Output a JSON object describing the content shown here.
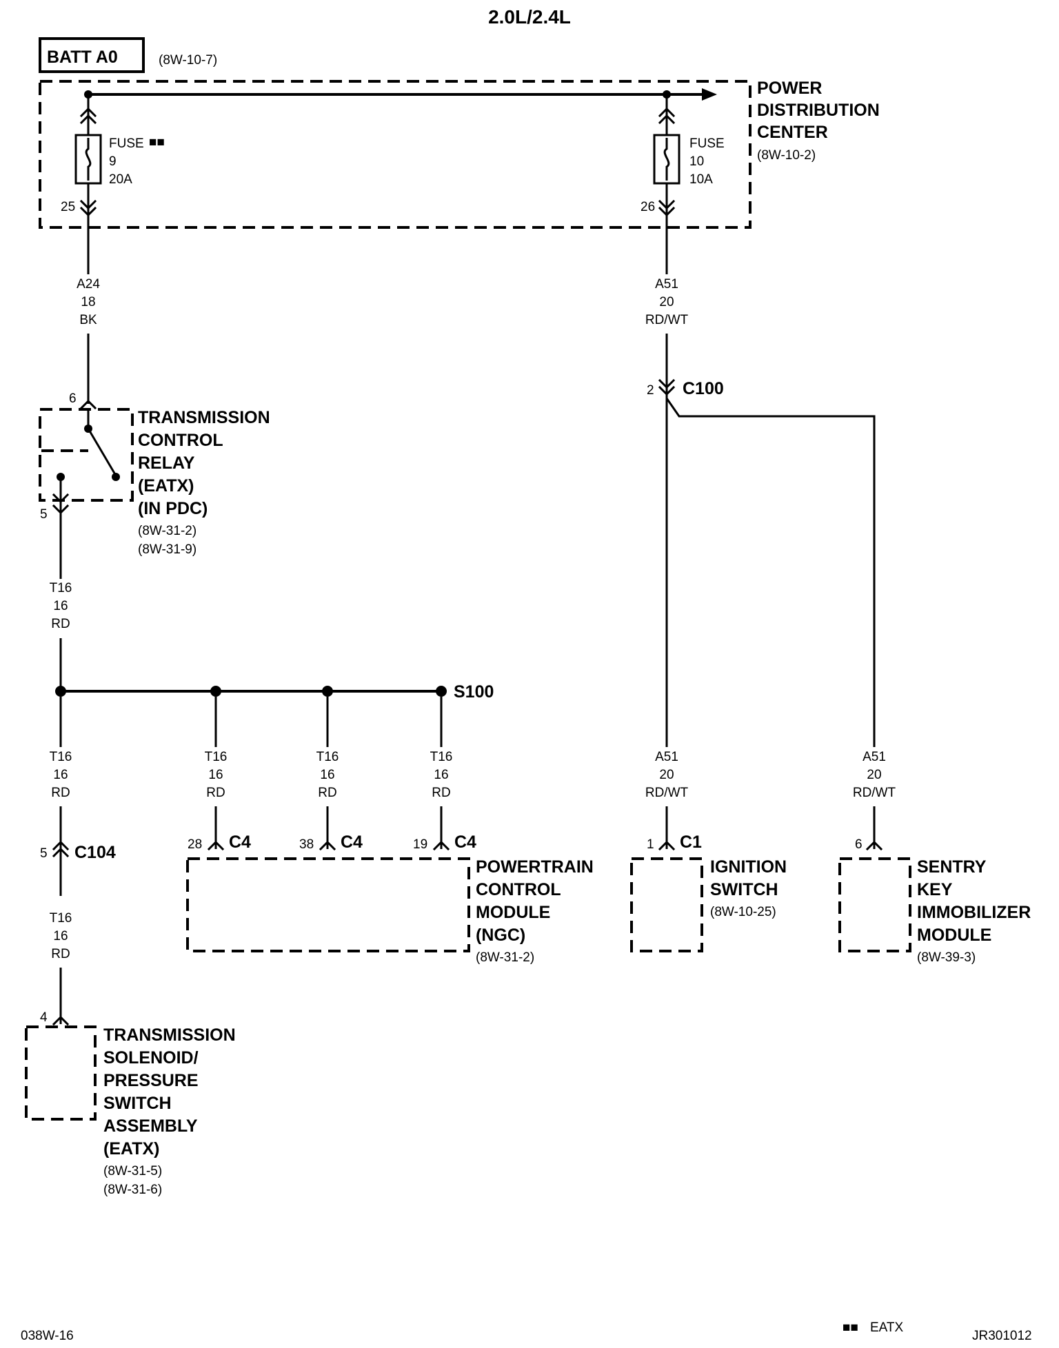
{
  "header": {
    "title": "2.0L/2.4L"
  },
  "batt": {
    "label": "BATT A0",
    "ref": "(8W-10-7)"
  },
  "pdc": {
    "name": [
      "POWER",
      "DISTRIBUTION",
      "CENTER"
    ],
    "ref": "(8W-10-2)",
    "fuse_left": {
      "word": "FUSE",
      "number": "9",
      "rating": "20A",
      "out_pin": "25",
      "mark": "■■"
    },
    "fuse_right": {
      "word": "FUSE",
      "number": "10",
      "rating": "10A",
      "out_pin": "26"
    }
  },
  "wires": {
    "a24": {
      "circuit": "A24",
      "gauge": "18",
      "color": "BK"
    },
    "a51_top": {
      "circuit": "A51",
      "gauge": "20",
      "color": "RD/WT"
    },
    "t16_relay": {
      "circuit": "T16",
      "gauge": "16",
      "color": "RD"
    },
    "t16_drops": [
      {
        "circuit": "T16",
        "gauge": "16",
        "color": "RD"
      },
      {
        "circuit": "T16",
        "gauge": "16",
        "color": "RD"
      },
      {
        "circuit": "T16",
        "gauge": "16",
        "color": "RD"
      },
      {
        "circuit": "T16",
        "gauge": "16",
        "color": "RD"
      }
    ],
    "t16_lower": {
      "circuit": "T16",
      "gauge": "16",
      "color": "RD"
    },
    "a51_ign": {
      "circuit": "A51",
      "gauge": "20",
      "color": "RD/WT"
    },
    "a51_skim": {
      "circuit": "A51",
      "gauge": "20",
      "color": "RD/WT"
    }
  },
  "connectors": {
    "c100": {
      "name": "C100",
      "pin": "2"
    },
    "c104": {
      "name": "C104",
      "pin": "5"
    },
    "c4_pins": [
      {
        "name": "C4",
        "pin": "28"
      },
      {
        "name": "C4",
        "pin": "38"
      },
      {
        "name": "C4",
        "pin": "19"
      }
    ],
    "c1": {
      "name": "C1",
      "pin": "1"
    },
    "relay_in_pin": "6",
    "relay_out_pin": "5",
    "solenoid_pin": "4",
    "skim_pin": "6"
  },
  "splice": {
    "name": "S100"
  },
  "relay": {
    "name": [
      "TRANSMISSION",
      "CONTROL",
      "RELAY",
      "(EATX)",
      "(IN PDC)"
    ],
    "refs": [
      "(8W-31-2)",
      "(8W-31-9)"
    ]
  },
  "pcm": {
    "name": [
      "POWERTRAIN",
      "CONTROL",
      "MODULE",
      "(NGC)"
    ],
    "ref": "(8W-31-2)"
  },
  "ignition": {
    "name": [
      "IGNITION",
      "SWITCH"
    ],
    "ref": "(8W-10-25)"
  },
  "skim": {
    "name": [
      "SENTRY",
      "KEY",
      "IMMOBILIZER",
      "MODULE"
    ],
    "ref": "(8W-39-3)"
  },
  "solenoid": {
    "name": [
      "TRANSMISSION",
      "SOLENOID/",
      "PRESSURE",
      "SWITCH",
      "ASSEMBLY",
      "(EATX)"
    ],
    "refs": [
      "(8W-31-5)",
      "(8W-31-6)"
    ]
  },
  "footer": {
    "page": "038W-16",
    "legend_mark": "■■",
    "legend_text": "EATX",
    "code": "JR301012"
  }
}
